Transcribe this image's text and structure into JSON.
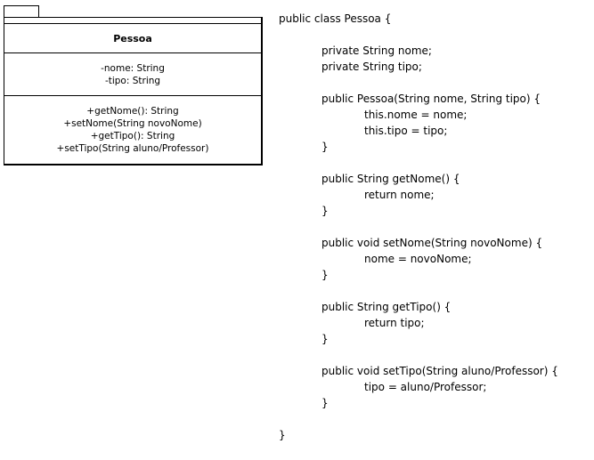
{
  "uml": {
    "class_name": "Pessoa",
    "attributes": [
      "-nome: String",
      "-tipo: String"
    ],
    "methods": [
      "+getNome(): String",
      "+setNome(String novoNome)",
      "+getTipo(): String",
      "+setTipo(String aluno/Professor)"
    ]
  },
  "code": {
    "lines": [
      "public class Pessoa {",
      "",
      "private String nome;",
      "private String tipo;",
      "",
      "public Pessoa(String nome, String tipo) {",
      "this.nome = nome;",
      "this.tipo = tipo;",
      "}",
      "",
      "public String getNome() {",
      "return nome;",
      "}",
      "",
      "public void setNome(String novoNome) {",
      "nome = novoNome;",
      "}",
      "",
      "public String getTipo() {",
      "return tipo;",
      "}",
      "",
      "public void setTipo(String aluno/Professor) {",
      "tipo = aluno/Professor;",
      "}",
      "",
      "}"
    ]
  }
}
